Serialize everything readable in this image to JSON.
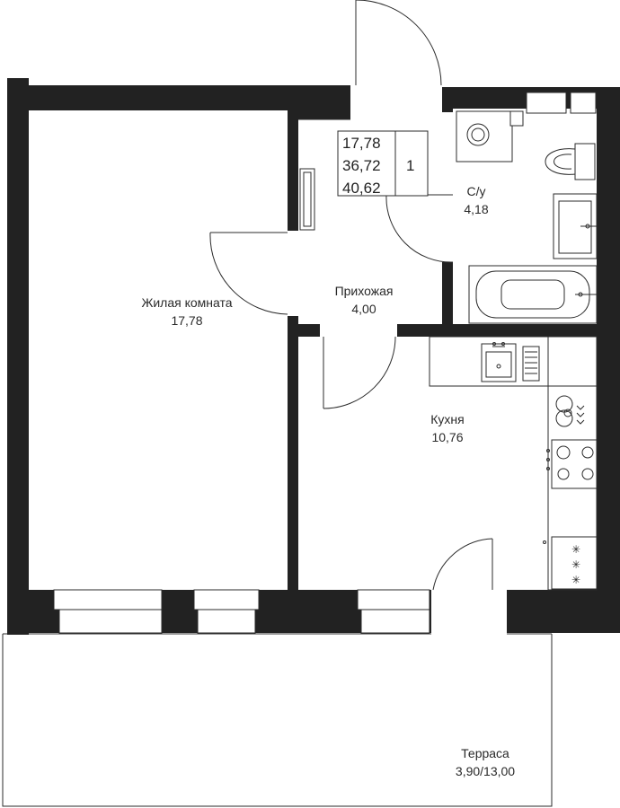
{
  "plan": {
    "wall_color": "#222222",
    "background": "#ffffff",
    "summary": {
      "living_area": "17,78",
      "total_area": "36,72",
      "total_with_terrace": "40,62",
      "rooms_count": "1"
    },
    "rooms": [
      {
        "id": "living",
        "name": "Жилая комната",
        "area": "17,78"
      },
      {
        "id": "hall",
        "name": "Прихожая",
        "area": "4,00"
      },
      {
        "id": "bath",
        "name": "С/у",
        "area": "4,18"
      },
      {
        "id": "kitchen",
        "name": "Кухня",
        "area": "10,76"
      },
      {
        "id": "terrace",
        "name": "Терраса",
        "area": "3,90/13,00"
      }
    ],
    "icons": {
      "washer": "washing-machine-icon",
      "toilet": "toilet-icon",
      "sink": "sink-icon",
      "bathtub": "bathtub-icon",
      "kitchen_sink": "kitchen-sink-icon",
      "stove": "stove-icon",
      "hob": "hob-icon",
      "door": "door-icon",
      "window": "window-icon",
      "radiator": "radiator-icon"
    }
  }
}
